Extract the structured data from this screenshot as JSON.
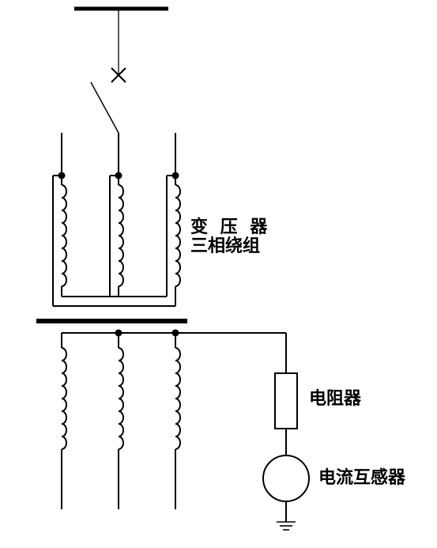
{
  "labels": {
    "transformer_line1": "变 压 器",
    "transformer_line2": "三相绕组",
    "resistor": "电阻器",
    "current_transformer": "电流互感器"
  },
  "colors": {
    "stroke": "#000000",
    "background": "#ffffff"
  }
}
